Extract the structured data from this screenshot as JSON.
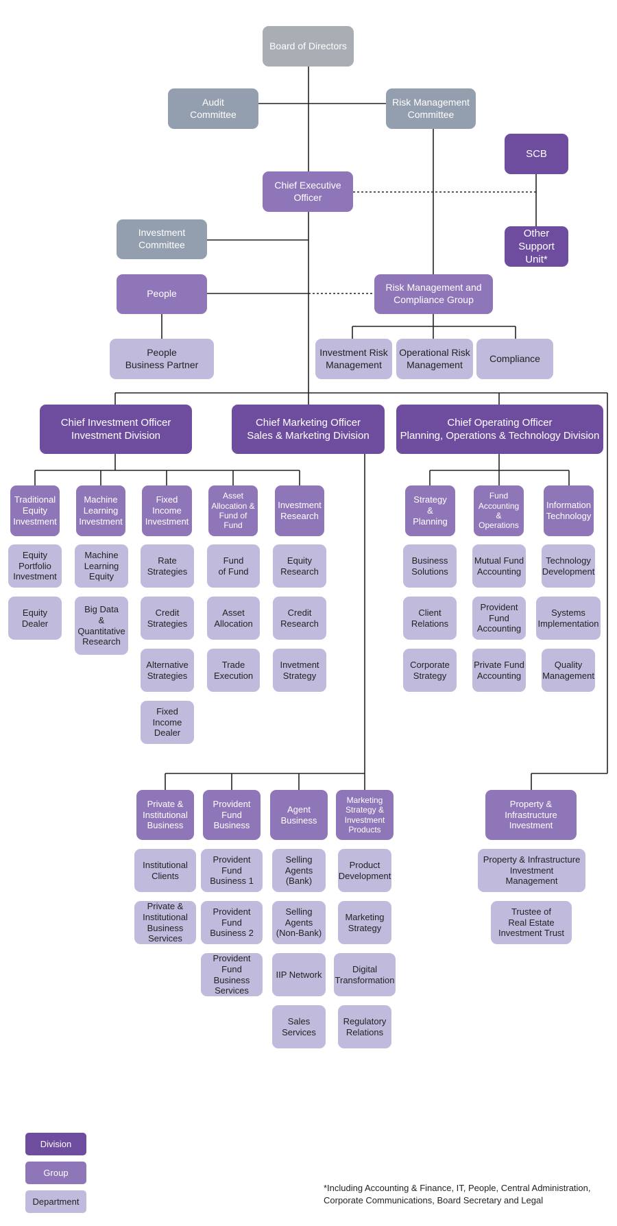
{
  "colors": {
    "board": "#a9adb4",
    "committee": "#939eae",
    "division": "#6e4d9f",
    "group": "#8f76b8",
    "department": "#c0bbdc",
    "line": "#222222"
  },
  "org": {
    "board": "Board of Directors",
    "audit": "Audit\nCommittee",
    "risk_committee": "Risk Management\nCommittee",
    "scb": "SCB",
    "ceo": "Chief Executive\nOfficer",
    "investment_committee": "Investment\nCommittee",
    "other_support": "Other\nSupport Unit*",
    "people": "People",
    "rmc_group": "Risk Management and\nCompliance Group",
    "people_bp": "People\nBusiness Partner",
    "inv_risk": "Investment Risk\nManagement",
    "op_risk": "Operational Risk\nManagement",
    "compliance": "Compliance",
    "cio": "Chief Investment Officer\nInvestment Division",
    "cmo": "Chief Marketing Officer\nSales & Marketing Division",
    "coo": "Chief Operating Officer\nPlanning, Operations & Technology Division",
    "trad_equity": "Traditional\nEquity\nInvestment",
    "ml_inv": "Machine\nLearning\nInvestment",
    "fixed_income": "Fixed\nIncome\nInvestment",
    "asset_alloc": "Asset\nAllocation &\nFund of\nFund",
    "inv_research": "Investment\nResearch",
    "equity_portfolio": "Equity\nPortfolio\nInvestment",
    "equity_dealer": "Equity\nDealer",
    "ml_equity": "Machine\nLearning\nEquity",
    "big_data": "Big Data\n&\nQuantitative\nResearch",
    "rate_strat": "Rate\nStrategies",
    "credit_strat": "Credit\nStrategies",
    "alt_strat": "Alternative\nStrategies",
    "fi_dealer": "Fixed\nIncome\nDealer",
    "fund_of_fund": "Fund\nof Fund",
    "asset_allocation": "Asset\nAllocation",
    "trade_exec": "Trade\nExecution",
    "equity_research": "Equity\nResearch",
    "credit_research": "Credit\nResearch",
    "invetment_strategy": "Invetment\nStrategy",
    "strategy_planning": "Strategy\n&\nPlanning",
    "fund_accounting": "Fund\nAccounting\n& Operations",
    "info_tech": "Information\nTechnology",
    "business_solutions": "Business\nSolutions",
    "client_relations": "Client\nRelations",
    "corporate_strategy": "Corporate\nStrategy",
    "mutual_fund_acc": "Mutual Fund\nAccounting",
    "provident_fund_acc": "Provident\nFund\nAccounting",
    "private_fund_acc": "Private Fund\nAccounting",
    "tech_dev": "Technology\nDevelopment",
    "systems_impl": "Systems\nImplementation",
    "quality_mgmt": "Quality\nManagement",
    "private_inst": "Private &\nInstitutional\nBusiness",
    "provident_business": "Provident\nFund\nBusiness",
    "agent_business": "Agent\nBusiness",
    "mkt_strategy_products": "Marketing\nStrategy &\nInvestment\nProducts",
    "property_infra": "Property &\nInfrastructure\nInvestment",
    "inst_clients": "Institutional\nClients",
    "private_inst_services": "Private &\nInstitutional\nBusiness\nServices",
    "pf_business_1": "Provident\nFund\nBusiness 1",
    "pf_business_2": "Provident\nFund\nBusiness 2",
    "pf_business_services": "Provident\nFund\nBusiness\nServices",
    "selling_bank": "Selling\nAgents\n(Bank)",
    "selling_nonbank": "Selling\nAgents\n(Non-Bank)",
    "iip_network": "IIP Network",
    "sales_services": "Sales\nServices",
    "product_dev": "Product\nDevelopment",
    "marketing_strategy": "Marketing\nStrategy",
    "digital_transformation": "Digital\nTransformation",
    "regulatory_relations": "Regulatory\nRelations",
    "property_infra_mgmt": "Property & Infrastructure\nInvestment\nManagement",
    "trustee_reit": "Trustee of\nReal Estate\nInvestment Trust"
  },
  "legend": {
    "division": "Division",
    "group": "Group",
    "department": "Department"
  },
  "footnote": "*Including Accounting & Finance, IT, People, Central Administration,\n Corporate Communications, Board Secretary and Legal"
}
